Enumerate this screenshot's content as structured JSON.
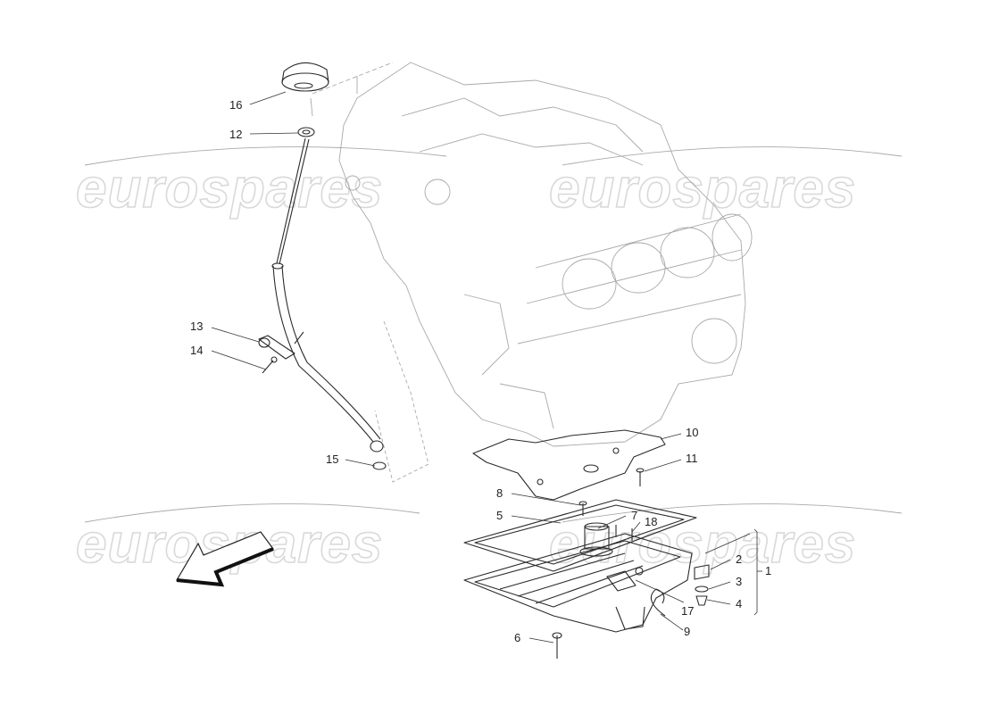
{
  "watermark": {
    "text": "eurospares"
  },
  "callouts": [
    {
      "id": "16",
      "label": "16"
    },
    {
      "id": "12",
      "label": "12"
    },
    {
      "id": "13",
      "label": "13"
    },
    {
      "id": "14",
      "label": "14"
    },
    {
      "id": "15",
      "label": "15"
    },
    {
      "id": "10",
      "label": "10"
    },
    {
      "id": "11",
      "label": "11"
    },
    {
      "id": "8",
      "label": "8"
    },
    {
      "id": "5",
      "label": "5"
    },
    {
      "id": "7",
      "label": "7"
    },
    {
      "id": "18",
      "label": "18"
    },
    {
      "id": "2",
      "label": "2"
    },
    {
      "id": "1",
      "label": "1"
    },
    {
      "id": "3",
      "label": "3"
    },
    {
      "id": "4",
      "label": "4"
    },
    {
      "id": "17",
      "label": "17"
    },
    {
      "id": "9",
      "label": "9"
    },
    {
      "id": "6",
      "label": "6"
    }
  ]
}
